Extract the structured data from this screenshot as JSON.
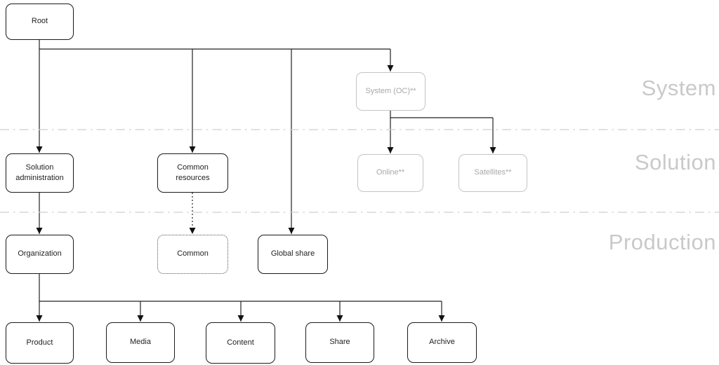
{
  "diagram": {
    "nodes": {
      "root": "Root",
      "system_oc": "System (OC)**",
      "solution_administration": "Solution administration",
      "common_resources": "Common resources",
      "online": "Online**",
      "satellites": "Satellites**",
      "organization": "Organization",
      "common": "Common",
      "global_share": "Global share",
      "product": "Product",
      "media": "Media",
      "content": "Content",
      "share": "Share",
      "archive": "Archive"
    },
    "layers": {
      "system": "System",
      "solution": "Solution",
      "production": "Production"
    },
    "colors": {
      "node_border": "#1a1a1a",
      "muted_border": "#c4c4c4",
      "muted_text": "#a8a8a8",
      "layer_label_text": "#c9c9c9",
      "divider_line": "#cfcfcf",
      "connector_line": "#222222"
    }
  }
}
